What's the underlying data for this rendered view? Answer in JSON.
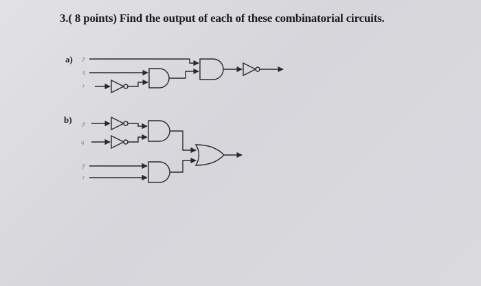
{
  "title": "3.( 8 points) Find the output of each of these combinatorial circuits.",
  "parts": [
    {
      "label": "a)",
      "inputs": [
        "p",
        "q",
        "r"
      ]
    },
    {
      "label": "b)",
      "inputs": [
        "p",
        "q",
        "p",
        "r"
      ]
    }
  ],
  "colors": {
    "ink": "#1c1c1c",
    "wire": "#2a2a2a",
    "faint_label": "#8a8a8a"
  }
}
